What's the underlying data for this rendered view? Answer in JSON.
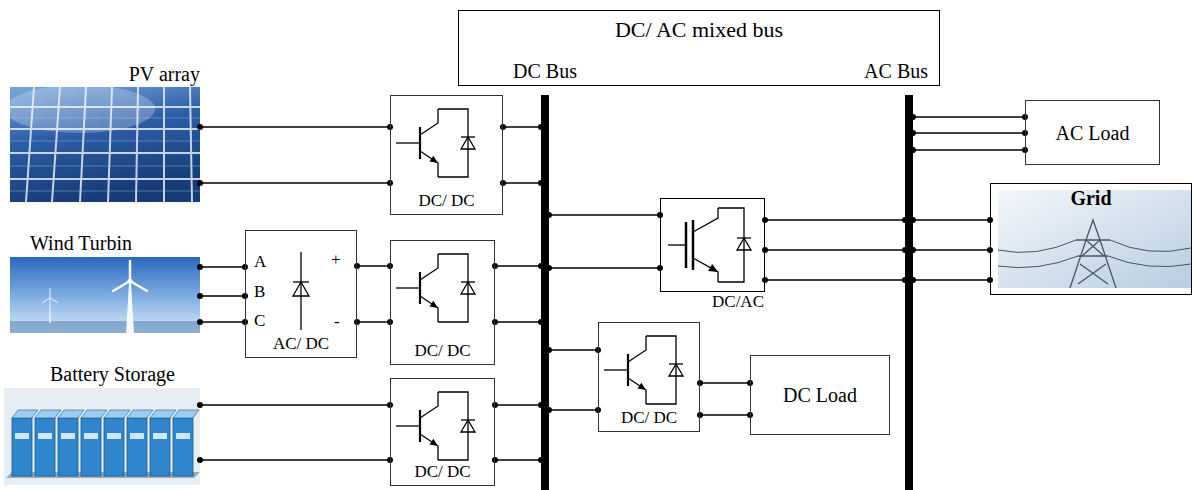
{
  "diagram": {
    "nodes": [
      {
        "text": [
          "DC/ AC mixed bus"
        ]
      },
      {
        "text": [
          "DC Bus"
        ]
      },
      {
        "text": [
          "AC Bus"
        ]
      },
      {
        "text": [
          "PV array"
        ]
      },
      {
        "text": [
          "DC/ DC"
        ]
      },
      {
        "text": [
          "AC Load"
        ]
      },
      {
        "text": [
          "Grid"
        ]
      },
      {
        "text": [
          "Wind Turbin"
        ]
      },
      {
        "text": [
          "AC/ DC"
        ]
      },
      {
        "text": [
          "DC/ DC"
        ]
      },
      {
        "text": [
          "DC/AC"
        ]
      },
      {
        "text": [
          "Battery Storage"
        ]
      },
      {
        "text": [
          "DC/ DC"
        ]
      },
      {
        "text": [
          "DC/ DC"
        ]
      },
      {
        "text": [
          "DC Load"
        ]
      }
    ],
    "edges": [
      {
        "from": 3,
        "to": 4,
        "arrow": "none"
      },
      {
        "from": 4,
        "to": 1,
        "arrow": "none"
      },
      {
        "from": 7,
        "to": 8,
        "arrow": "none"
      },
      {
        "from": 8,
        "to": 9,
        "arrow": "none"
      },
      {
        "from": 9,
        "to": 1,
        "arrow": "none"
      },
      {
        "from": 11,
        "to": 12,
        "arrow": "none"
      },
      {
        "from": 12,
        "to": 1,
        "arrow": "none"
      },
      {
        "from": 1,
        "to": 10,
        "arrow": "none"
      },
      {
        "from": 10,
        "to": 2,
        "arrow": "none"
      },
      {
        "from": 2,
        "to": 5,
        "arrow": "none"
      },
      {
        "from": 2,
        "to": 6,
        "arrow": "none"
      },
      {
        "from": 1,
        "to": 13,
        "arrow": "none"
      },
      {
        "from": 13,
        "to": 14,
        "arrow": "none"
      }
    ],
    "labels": [
      "A",
      "B",
      "C",
      "+",
      "-"
    ]
  }
}
